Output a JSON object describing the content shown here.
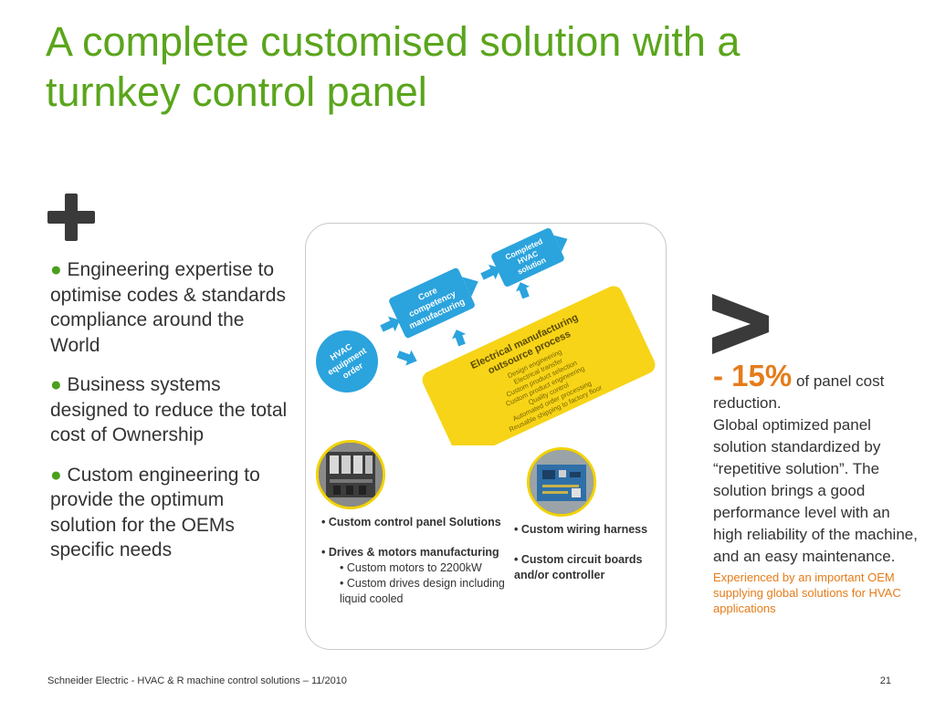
{
  "title": "A complete customised solution with a turnkey control panel",
  "plus_symbol": "+",
  "left_bullets": [
    "Engineering expertise to optimise codes & standards compliance around the World",
    "Business systems designed to reduce the total cost of Ownership",
    "Custom engineering to provide the optimum solution for the OEMs specific needs"
  ],
  "bullet_glyph": "●",
  "diagram": {
    "hvac_order": [
      "HVAC",
      "equipment",
      "order"
    ],
    "core_competency": [
      "Core",
      "competency",
      "manufacturing"
    ],
    "completed_solution": [
      "Completed",
      "HVAC",
      "solution"
    ],
    "outsource_title": [
      "Electrical manufacturing",
      "outsource process"
    ],
    "outsource_steps": [
      "Design engineering",
      "Electrical transfer",
      "Custom product selection",
      "Custom product engineering",
      "Quality control",
      "Automated order processing",
      "Reusable shipping to factory floor"
    ],
    "colors": {
      "blue": "#2ba3dd",
      "yellow": "#f7d417"
    }
  },
  "col1": {
    "item1": "• Custom control panel Solutions",
    "item2": "• Drives & motors manufacturing",
    "sub1": "• Custom motors to 2200kW",
    "sub2": "• Custom drives design including liquid cooled"
  },
  "col2": {
    "item1": "• Custom wiring harness",
    "item2": "• Custom circuit boards and/or controller"
  },
  "right": {
    "percent": "- 15%",
    "percent_rest": "of panel cost reduction.",
    "body": "Global optimized panel solution standardized by “repetitive solution”. The solution brings a good performance level with an high reliability of the machine, and an easy maintenance.",
    "note": "Experienced by an important OEM supplying global solutions for HVAC applications"
  },
  "footer": "Schneider Electric - HVAC & R machine control solutions – 11/2010",
  "page_number": "21",
  "colors": {
    "title_green": "#5aa51c",
    "accent_orange": "#e57c1a"
  }
}
